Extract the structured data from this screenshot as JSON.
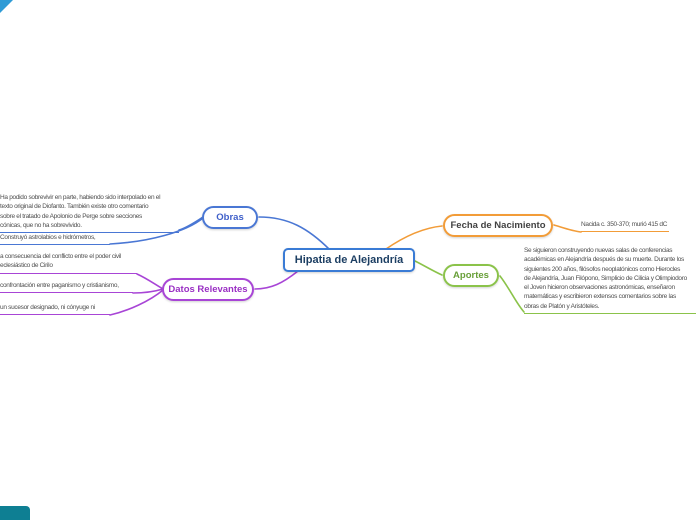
{
  "title": "Hipatia de Alejandría",
  "diagram_type": "mindmap",
  "central": {
    "label": "Hipatia de Alejandría",
    "border_color": "#3a7bd5",
    "text_color": "#1d3f63"
  },
  "branches": {
    "obras": {
      "label": "Obras",
      "color": "#4a77d4",
      "children": [
        {
          "text": "Ha podido sobrevivir en parte, habiendo sido interpolado en el\ntexto original de Diofanto. También existe otro comentario\nsobre el tratado de Apolonio de Perge sobre secciones\ncónicas, que no ha sobrevivido."
        },
        {
          "text": "Construyó astrolabios e hidrómetros,"
        }
      ]
    },
    "datos_relevantes": {
      "label": "Datos Relevantes",
      "color": "#a845d6",
      "children": [
        {
          "text": "a consecuencia del conflicto entre el poder civil\neclesiástico de Cirilo"
        },
        {
          "text": "confrontación entre paganismo y cristianismo,"
        },
        {
          "text": "un sucesor designado, ni cónyuge ni"
        }
      ]
    },
    "fecha_nacimiento": {
      "label": "Fecha de Nacimiento",
      "color": "#f29c38",
      "children": [
        {
          "text": "Nacida c. 350-370; murió 415 dC"
        }
      ]
    },
    "aportes": {
      "label": "Aportes",
      "color": "#8bc34a",
      "children": [
        {
          "text": "Se siguieron construyendo nuevas salas de conferencias\nacadémicas en Alejandría después de su muerte. Durante los\nsiguientes 200 años, filósofos neoplatónicos como Hierocles\nde Alejandría, Juan Filópono, Simplicio de Cilicia y Olimpiodoro\nel Joven hicieron observaciones astronómicas, enseñaron\nmatemáticas y escribieron extensos comentarios sobre las\nobras de Platón y Aristóteles."
        }
      ]
    }
  }
}
